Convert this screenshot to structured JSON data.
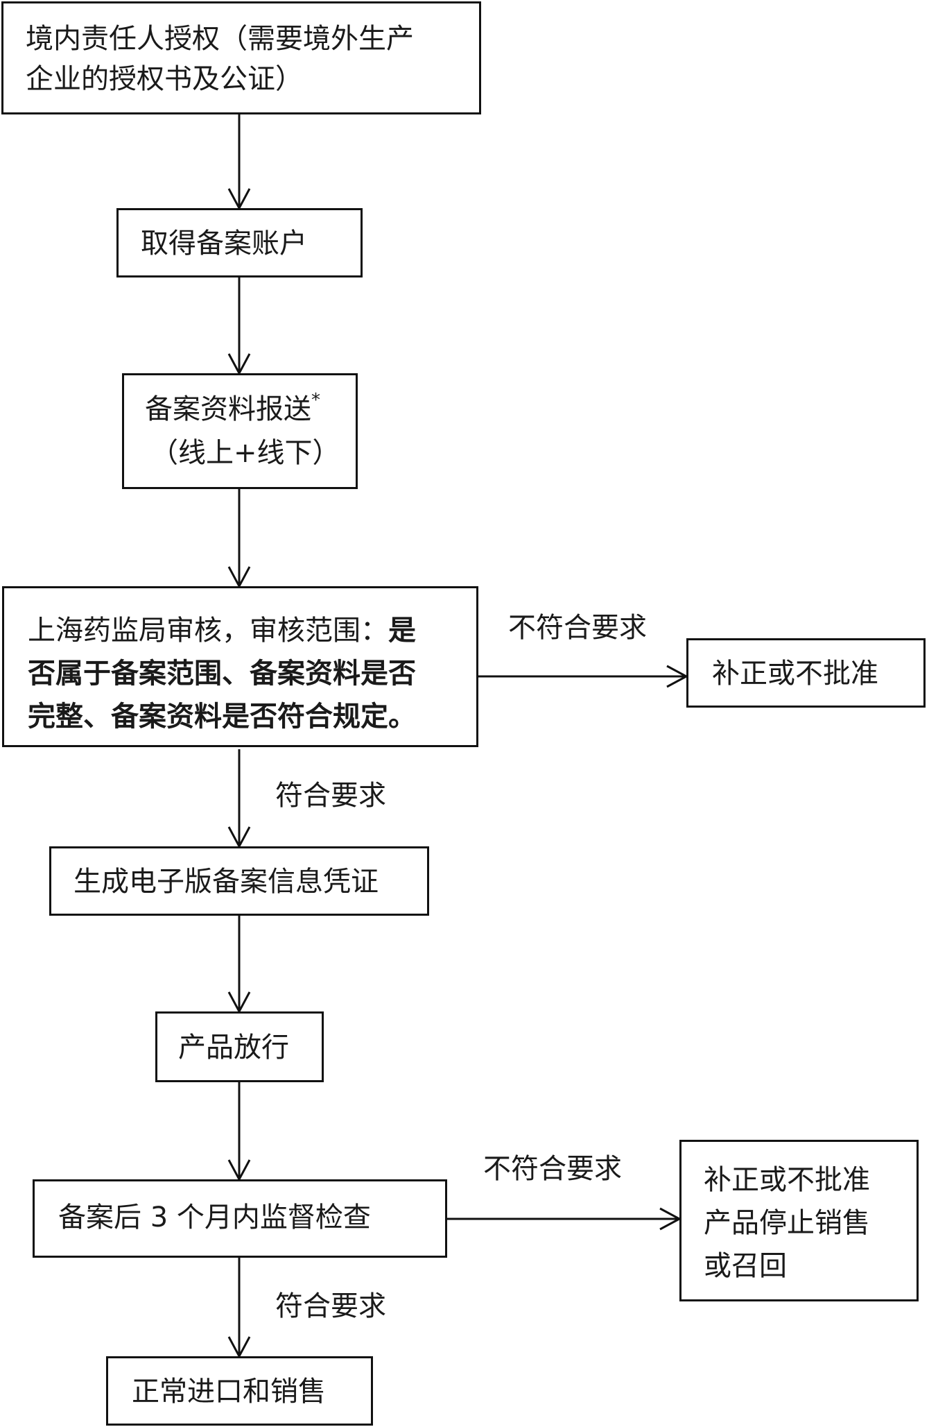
{
  "steps": {
    "authorize": {
      "line1": "境内责任人授权（需要境外生产",
      "line2": "企业的授权书及公证）"
    },
    "account": {
      "text": "取得备案账户"
    },
    "submit": {
      "line1": "备案资料报送",
      "sup": "*",
      "line2": "（线上+线下）"
    },
    "review": {
      "line1_normal": "上海药监局审核，审核范围：",
      "line1_bold": "是",
      "line2": "否属于备案范围、备案资料是否",
      "line3": "完整、备案资料是否符合规定。"
    },
    "reject1": {
      "text": "补正或不批准"
    },
    "certificate": {
      "text": "生成电子版备案信息凭证"
    },
    "release": {
      "text": "产品放行"
    },
    "inspect": {
      "text": "备案后 3 个月内监督检查"
    },
    "reject2": {
      "line1": "补正或不批准",
      "line2": "产品停止销售",
      "line3": "或召回"
    },
    "normal": {
      "text": "正常进口和销售"
    }
  },
  "labels": {
    "fail1": "不符合要求",
    "pass1": "符合要求",
    "fail2": "不符合要求",
    "pass2": "符合要求"
  }
}
